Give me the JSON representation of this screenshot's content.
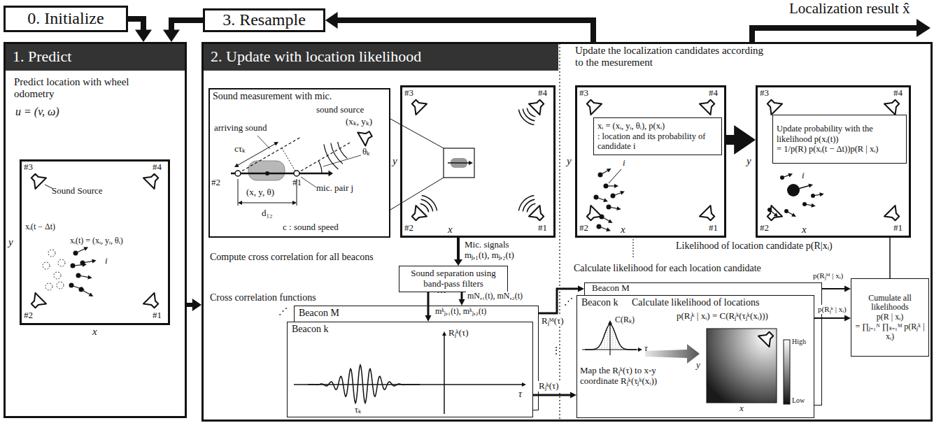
{
  "diagram": {
    "nodes": [
      {
        "text": [
          "0. Initialize"
        ]
      },
      {
        "text": [
          "3. Resample"
        ]
      },
      {
        "text": [
          "1. Predict",
          "Predict location with wheel odometry",
          "u = (v, ω)"
        ]
      },
      {
        "text": [
          "#3",
          "#4",
          "Sound Source",
          "xᵢ(t − Δt)",
          "xᵢ(t) = (xᵢ, yᵢ, θᵢ)",
          "i",
          "#2",
          "#1"
        ],
        "in": 2
      },
      {
        "text": [
          "2. Update with location likelihood"
        ]
      },
      {
        "text": [
          "Sound measurement with mic.",
          "arriving sound",
          "sound source",
          "(xₖ, yₖ)",
          "cτₖ",
          "θₖ",
          "#2",
          "#1",
          "(x, y, θ)",
          "mic. pair j",
          "d₁₂",
          "c : sound speed"
        ],
        "in": 4
      },
      {
        "text": [
          "#3",
          "#4",
          "#2",
          "#1"
        ],
        "in": 4
      },
      {
        "text": [
          "Sound separation using band-pass filters"
        ],
        "in": 4
      },
      {
        "text": [
          "Beacon M"
        ],
        "in": 4
      },
      {
        "text": [
          "Beacon k",
          "Rⱼᵏ(τ)",
          "τ",
          "τₖ"
        ],
        "in": 4
      },
      {
        "text": [
          "#3",
          "#4",
          "i",
          "#2",
          "#1"
        ],
        "in": 4
      },
      {
        "text": [
          "xᵢ = (xᵢ, yᵢ, θᵢ), p(xᵢ)",
          ": location and its probability of candidate i"
        ],
        "in": 10
      },
      {
        "text": [
          "#3",
          "#4",
          "i",
          "#2",
          "#1"
        ],
        "in": 4
      },
      {
        "text": [
          "Update probability with the likelihood p(xᵢ(t))",
          "= 1/p(R) p(xᵢ(t − Δt))p(R | xᵢ)"
        ],
        "in": 12
      },
      {
        "text": [
          "Beacon M"
        ],
        "in": 4
      },
      {
        "text": [
          "Beacon k",
          "Calculate likelihood of locations",
          "p(Rⱼᵏ | xᵢ) = C(Rⱼᵏ(τⱼᵏ(xᵢ)))",
          "C(Rₖ)",
          "τ",
          "Map the Rⱼᵏ(τ) to x-y coordinate Rⱼᵏ(τⱼᵏ(xᵢ))",
          "High",
          "Low",
          "x",
          "y"
        ],
        "in": 4
      },
      {
        "text": [
          "Cumulate all likelihoods",
          "p(R | xᵢ)",
          "= ∏ⱼ₌₁ᴺ ∏ₖ₌₁ᴹ p(Rⱼᵏ | xᵢ)"
        ],
        "in": 4
      }
    ],
    "edges": [
      {
        "from": 0,
        "to": 2,
        "arrow": "to"
      },
      {
        "from": 1,
        "to": 2,
        "arrow": "to"
      },
      {
        "from": 2,
        "to": 4,
        "arrow": "to"
      },
      {
        "from": 4,
        "to": 1,
        "arrow": "to"
      },
      {
        "from": 6,
        "to": 7,
        "label": "Mic. signals mⱼ,₁(t), mⱼ,₂(t)",
        "arrow": "to"
      },
      {
        "from": 7,
        "to": 9,
        "label": "mᵏⱼ,₁(t), mᵏⱼ,₂(t)",
        "arrow": "to"
      },
      {
        "from": 7,
        "to": 8,
        "label": "mN,₁(t), mN,₂(t)",
        "arrow": "to"
      },
      {
        "from": 9,
        "to": 15,
        "label": "Rⱼᵏ(τ)",
        "arrow": "to"
      },
      {
        "from": 8,
        "to": 14,
        "label": "Rⱼᴹ(τ)",
        "arrow": "to"
      },
      {
        "from": 10,
        "to": 12,
        "arrow": "to"
      },
      {
        "from": 15,
        "to": 16,
        "label": "p(Rⱼᵏ | xᵢ)",
        "arrow": "to"
      },
      {
        "from": 14,
        "to": 16,
        "label": "p(Rⱼᴹ | xᵢ)",
        "arrow": "to"
      },
      {
        "from": 16,
        "to": 12,
        "arrow": "none"
      }
    ],
    "labels": [
      "Localization result x̂",
      "y",
      "x",
      "y",
      "x",
      "Compute cross correlation for all beacons",
      "Cross correlation functions",
      "···",
      "⋰",
      "⋮",
      "Update the localization candidates according to the mesurement",
      "y",
      "x",
      "y",
      "x",
      "Likelihood of location candidate p(R|xᵢ)",
      "Calculate likelihood for each location candidate",
      "⋰"
    ]
  }
}
